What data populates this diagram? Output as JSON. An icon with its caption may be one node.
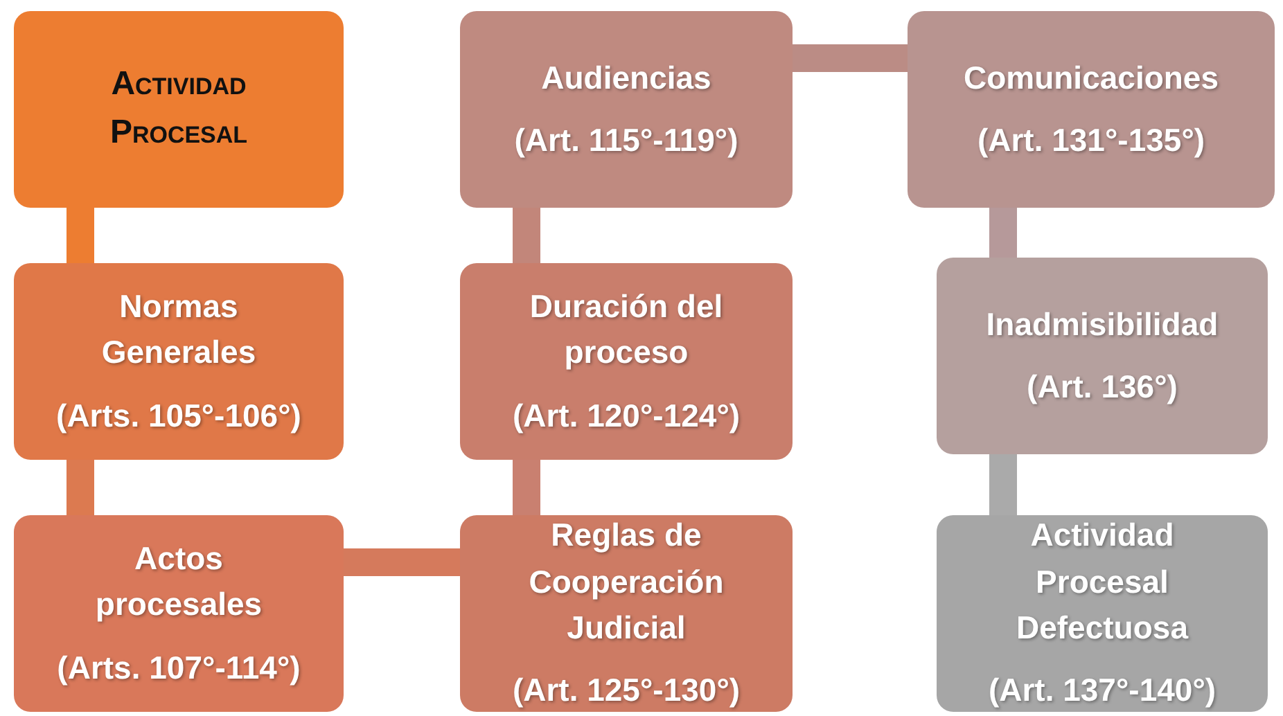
{
  "diagram": {
    "nodes": [
      {
        "text": [
          "Actividad Procesal"
        ]
      },
      {
        "text": [
          "Normas Generales",
          "(Arts. 105°-106°)"
        ]
      },
      {
        "text": [
          "Actos procesales",
          "(Arts. 107°-114°)"
        ]
      },
      {
        "text": [
          "Reglas de Cooperación Judicial",
          "(Art. 125°-130°)"
        ]
      },
      {
        "text": [
          "Duración del proceso",
          "(Art. 120°-124°)"
        ]
      },
      {
        "text": [
          "Audiencias",
          "(Art. 115°-119°)"
        ]
      },
      {
        "text": [
          "Comunicaciones",
          "(Art. 131°-135°)"
        ]
      },
      {
        "text": [
          "Inadmisibilidad",
          "(Art. 136°)"
        ]
      },
      {
        "text": [
          "Actividad Procesal Defectuosa",
          "(Art. 137°-140°)"
        ]
      }
    ],
    "edges": [
      {
        "from": 0,
        "to": 1,
        "arrow": "none",
        "color": "#ed7d31"
      },
      {
        "from": 1,
        "to": 2,
        "arrow": "none",
        "color": "#dc7a50"
      },
      {
        "from": 2,
        "to": 3,
        "arrow": "none",
        "color": "#d57a5c"
      },
      {
        "from": 3,
        "to": 4,
        "arrow": "none",
        "color": "#c98070"
      },
      {
        "from": 4,
        "to": 5,
        "arrow": "none",
        "color": "#c2867a"
      },
      {
        "from": 5,
        "to": 6,
        "arrow": "none",
        "color": "#bb8c85"
      },
      {
        "from": 6,
        "to": 7,
        "arrow": "none",
        "color": "#b6999a"
      },
      {
        "from": 7,
        "to": 8,
        "arrow": "none",
        "color": "#aaaaaa"
      }
    ]
  }
}
